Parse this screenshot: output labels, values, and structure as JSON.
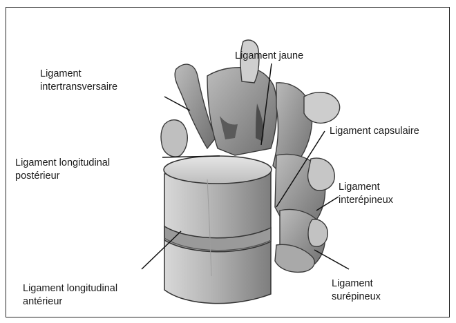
{
  "labels": {
    "ligament_jaune": "Ligament jaune",
    "intertransversaire": [
      "Ligament",
      "intertransversaire"
    ],
    "capsulaire": "Ligament capsulaire",
    "long_posterieur": [
      "Ligament longitudinal",
      "postérieur"
    ],
    "interepineux": [
      "Ligament",
      "interépineux"
    ],
    "long_anterieur": [
      "Ligament longitudinal",
      "antérieur"
    ],
    "surepineux": [
      "Ligament",
      "surépineux"
    ]
  }
}
